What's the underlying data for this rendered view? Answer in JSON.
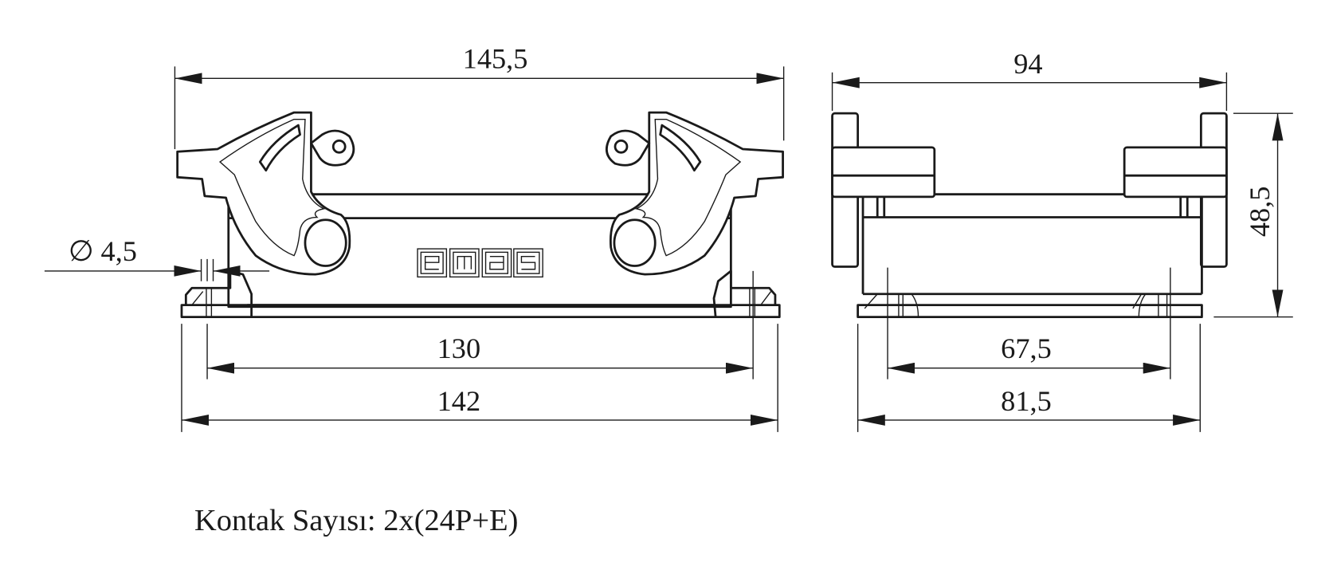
{
  "front_view": {
    "overall_width": "145,5",
    "hole_diameter": "∅ 4,5",
    "hole_spacing": "130",
    "base_width": "142",
    "logo": "emas"
  },
  "side_view": {
    "overall_width": "94",
    "height": "48,5",
    "hole_spacing": "67,5",
    "base_width": "81,5"
  },
  "caption": "Kontak Sayısı: 2x(24P+E)"
}
